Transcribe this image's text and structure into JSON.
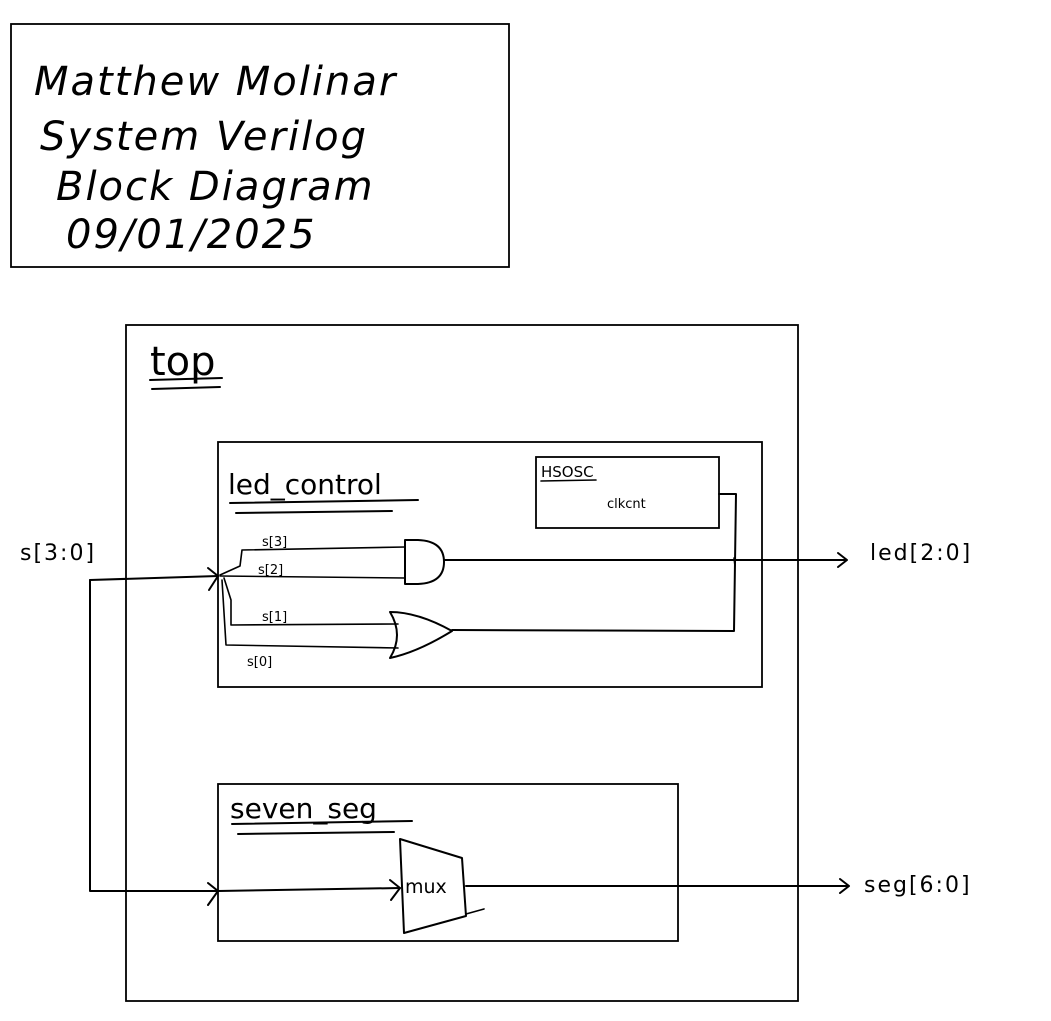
{
  "title_block": {
    "lines": [
      "Matthew Molinar",
      "System Verilog",
      "Block Diagram",
      "09/01/2025"
    ]
  },
  "modules": {
    "top": {
      "label": "top"
    },
    "led_control": {
      "label": "led_control",
      "hsosc": {
        "label": "HSOSC",
        "counter": "clkcnt"
      },
      "signals": {
        "s3": "s[3]",
        "s2": "s[2]",
        "s1": "s[1]",
        "s0": "s[0]"
      }
    },
    "seven_seg": {
      "label": "seven_seg",
      "mux": {
        "label": "mux"
      }
    }
  },
  "ports": {
    "input": "s[3:0]",
    "led_output": "led[2:0]",
    "seg_output": "seg[6:0]"
  }
}
